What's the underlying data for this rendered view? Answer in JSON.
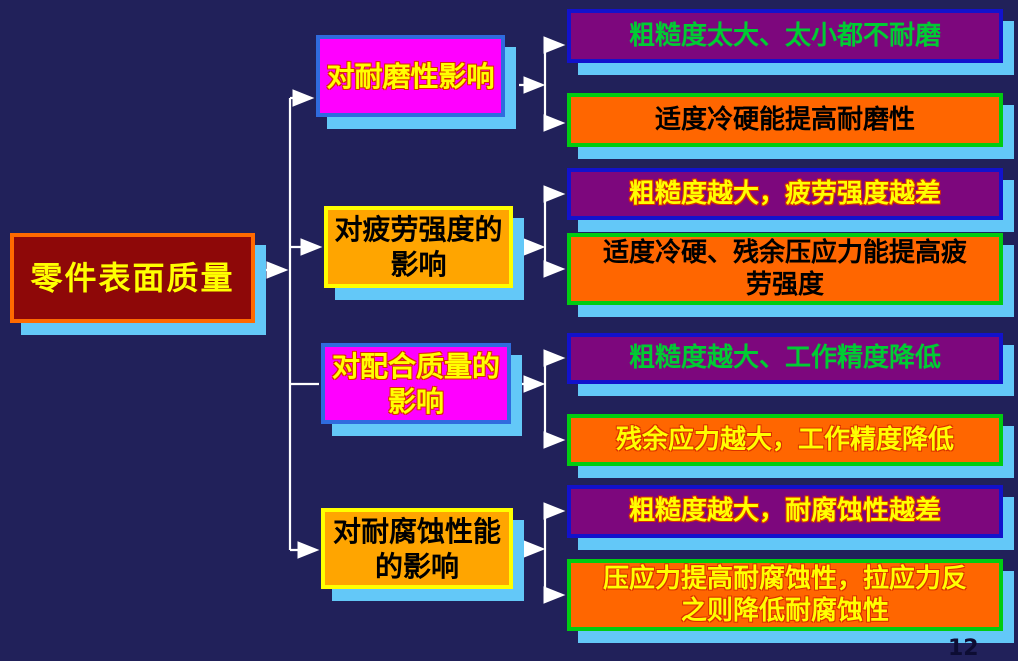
{
  "slide": {
    "page_number": "12",
    "background_color": "#21215A",
    "shadow_color": "#63C8F8",
    "connector_color": "#FFFFFF"
  },
  "root": {
    "label": "零件表面质量"
  },
  "branches": [
    {
      "label": "对耐磨性影响",
      "leaves": [
        {
          "label": "粗糙度太大、太小都不耐磨"
        },
        {
          "label": "适度冷硬能提高耐磨性"
        }
      ]
    },
    {
      "label": "对疲劳强度的\n影响",
      "leaves": [
        {
          "label": "粗糙度越大，疲劳强度越差"
        },
        {
          "label": "适度冷硬、残余压应力能提高疲\n劳强度"
        }
      ]
    },
    {
      "label": "对配合质量的\n影响",
      "leaves": [
        {
          "label": "粗糙度越大、工作精度降低"
        },
        {
          "label": "残余应力越大，工作精度降低"
        }
      ]
    },
    {
      "label": "对耐腐蚀性能\n的影响",
      "leaves": [
        {
          "label": "粗糙度越大，耐腐蚀性越差"
        },
        {
          "label": "压应力提高耐腐蚀性，拉应力反\n之则降低耐腐蚀性"
        }
      ]
    }
  ],
  "colors": {
    "root_fill": "#8E0808",
    "root_border": "#FF6A00",
    "branch_magenta_fill": "#FF00FF",
    "branch_magenta_border": "#2F6BDE",
    "branch_orange_fill": "#FFA500",
    "branch_orange_border": "#FFFF00",
    "leaf_purple_fill": "#7D077D",
    "leaf_purple_border": "#1212CC",
    "leaf_orange_fill": "#FF6600",
    "leaf_orange_border": "#00CC11",
    "text_yellow": "#FFFF00",
    "text_green": "#00CC33",
    "text_black": "#000000",
    "text_outline_red": "#D93000"
  }
}
